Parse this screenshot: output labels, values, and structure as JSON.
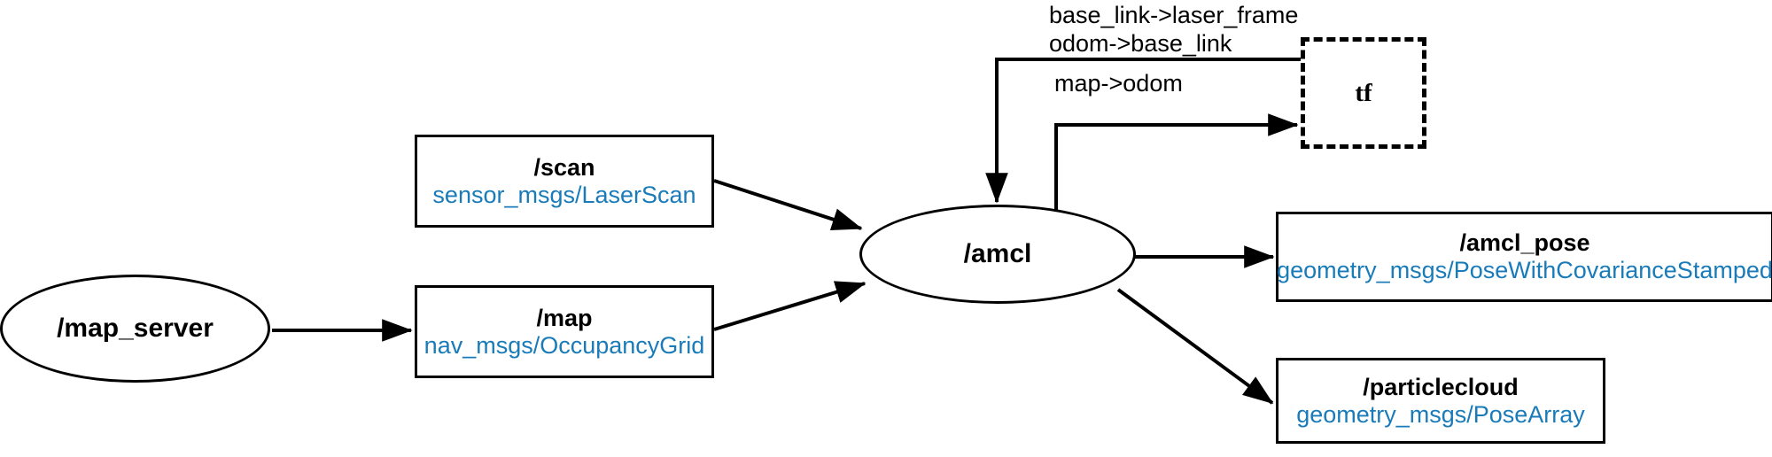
{
  "diagram": {
    "title": "ROS AMCL node graph",
    "accent_blue": "#1a7bb9",
    "stroke": "#000000",
    "background": "#ffffff"
  },
  "nodes": {
    "map_server": {
      "label": "/map_server",
      "shape": "ellipse"
    },
    "amcl": {
      "label": "/amcl",
      "shape": "ellipse"
    },
    "tf": {
      "label": "tf",
      "shape": "dashed-box"
    }
  },
  "topics": {
    "scan": {
      "name": "/scan",
      "type": "sensor_msgs/LaserScan"
    },
    "map": {
      "name": "/map",
      "type": "nav_msgs/OccupancyGrid"
    },
    "amcl_pose": {
      "name": "/amcl_pose",
      "type": "geometry_msgs/PoseWithCovarianceStamped"
    },
    "particlecloud": {
      "name": "/particlecloud",
      "type": "geometry_msgs/PoseArray"
    }
  },
  "edge_labels": {
    "tf_in_line1": "base_link->laser_frame",
    "tf_in_line2": "odom->base_link",
    "tf_out": "map->odom"
  }
}
